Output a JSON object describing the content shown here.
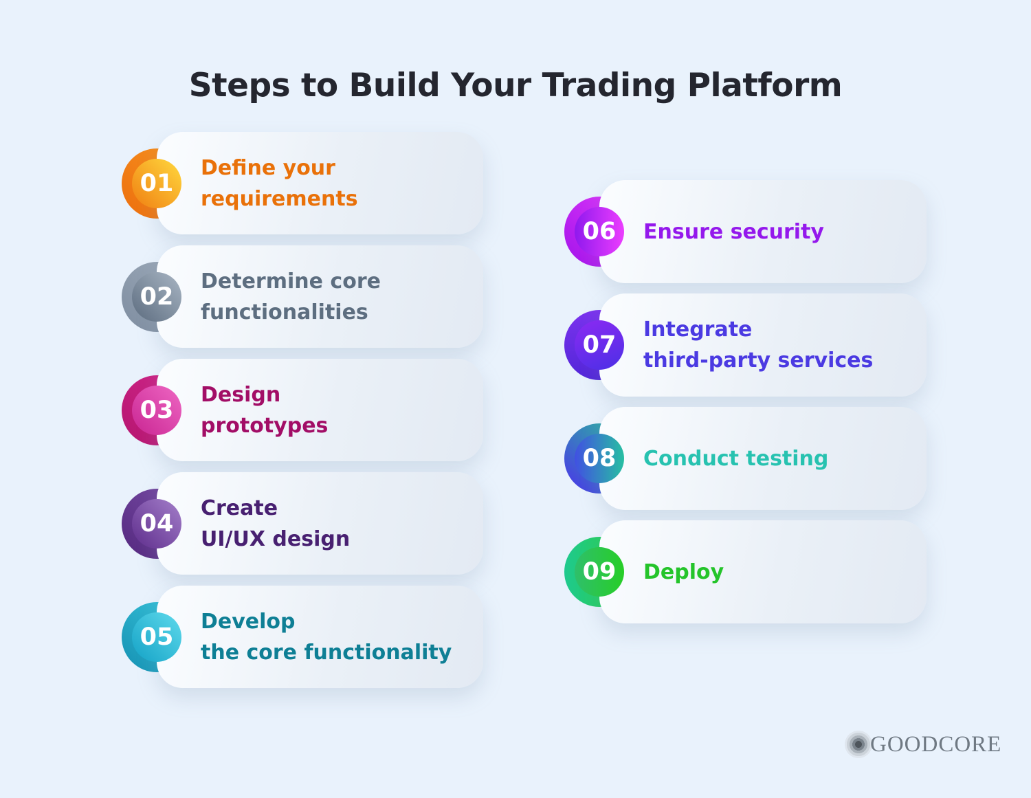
{
  "title": "Steps to Build Your Trading Platform",
  "brand": {
    "logo_text": "GOODCORE",
    "logo_icon": "concentric-circles-icon"
  },
  "steps": [
    {
      "number": "01",
      "lines": [
        "Define your",
        "requirements"
      ],
      "colors": {
        "text": "#E97109",
        "outer_dir": "45deg",
        "outer_from": "#EC6E0E",
        "outer_to": "#F89420",
        "inner_dir": "45deg",
        "inner_from": "#F07F12",
        "inner_to": "#FFD93E"
      }
    },
    {
      "number": "02",
      "lines": [
        "Determine core",
        "functionalities"
      ],
      "colors": {
        "text": "#5D6E80",
        "outer_dir": "45deg",
        "outer_from": "#7E8DA0",
        "outer_to": "#9FACBB",
        "inner_dir": "45deg",
        "inner_from": "#5C6C7F",
        "inner_to": "#A9B6C4"
      }
    },
    {
      "number": "03",
      "lines": [
        "Design",
        "prototypes"
      ],
      "colors": {
        "text": "#A20D66",
        "outer_dir": "45deg",
        "outer_from": "#B5156F",
        "outer_to": "#D2288C",
        "inner_dir": "45deg",
        "inner_from": "#C92592",
        "inner_to": "#EE67C3"
      }
    },
    {
      "number": "04",
      "lines": [
        "Create",
        "UI/UX design"
      ],
      "colors": {
        "text": "#482071",
        "outer_dir": "45deg",
        "outer_from": "#54287E",
        "outer_to": "#7A4FA8",
        "inner_dir": "45deg",
        "inner_from": "#5E2D8C",
        "inner_to": "#A47FCA"
      }
    },
    {
      "number": "05",
      "lines": [
        "Develop",
        "the core functionality"
      ],
      "colors": {
        "text": "#0E7F95",
        "outer_dir": "45deg",
        "outer_from": "#1590B2",
        "outer_to": "#3BC8DE",
        "inner_dir": "45deg",
        "inner_from": "#14A2C6",
        "inner_to": "#5FDAEC"
      }
    },
    {
      "number": "06",
      "lines": [
        "Ensure security"
      ],
      "colors": {
        "text": "#9418EC",
        "outer_dir": "45deg",
        "outer_from": "#A213EA",
        "outer_to": "#E13AFB",
        "inner_dir": "90deg",
        "inner_from": "#9019EE",
        "inner_to": "#EC3EFE"
      }
    },
    {
      "number": "07",
      "lines": [
        "Integrate",
        "third-party services"
      ],
      "colors": {
        "text": "#4B3AE2",
        "outer_dir": "180deg",
        "outer_from": "#7B33EE",
        "outer_to": "#5226D8",
        "inner_dir": "160deg",
        "inner_from": "#8B2AF2",
        "inner_to": "#4C2FE6"
      }
    },
    {
      "number": "08",
      "lines": [
        "Conduct testing"
      ],
      "colors": {
        "text": "#27C2B0",
        "outer_dir": "45deg",
        "outer_from": "#4C30EC",
        "outer_to": "#28C598",
        "inner_dir": "90deg",
        "inner_from": "#4150E2",
        "inner_to": "#27BFA2"
      }
    },
    {
      "number": "09",
      "lines": [
        "Deploy"
      ],
      "colors": {
        "text": "#24C42A",
        "outer_dir": "90deg",
        "outer_from": "#1FC98F",
        "outer_to": "#2BD23A",
        "inner_dir": "90deg",
        "inner_from": "#2FBF6B",
        "inner_to": "#27CE27"
      }
    }
  ],
  "page_background": "#E9F2FC"
}
